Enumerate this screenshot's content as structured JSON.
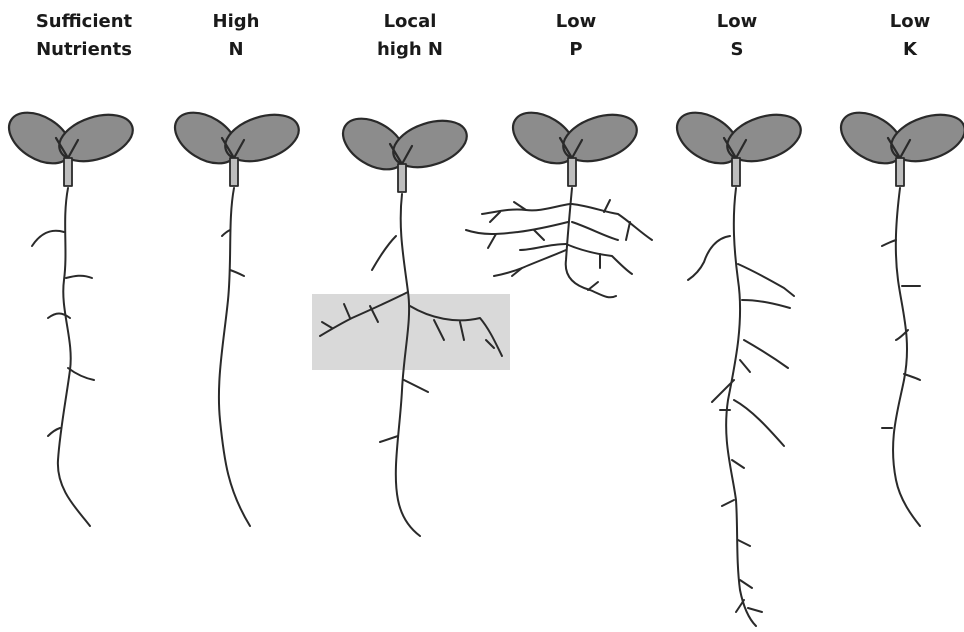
{
  "columns": [
    {
      "line1": "Sufficient",
      "line2": "Nutrients"
    },
    {
      "line1": "High",
      "line2": "N"
    },
    {
      "line1": "Local",
      "line2": "high N"
    },
    {
      "line1": "Low",
      "line2": "P"
    },
    {
      "line1": "Low",
      "line2": "S"
    },
    {
      "line1": "Low",
      "line2": "K"
    }
  ],
  "colors": {
    "leaf_fill": "#8c8c8c",
    "outline": "#2a2a2a",
    "highlight_box": "#d9d9d9"
  }
}
